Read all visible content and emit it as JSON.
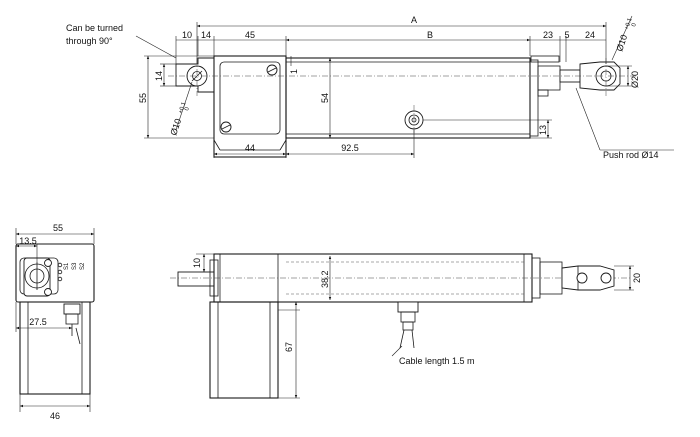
{
  "notes": {
    "rotation_line1": "Can be turned",
    "rotation_line2": "through 90°",
    "push_rod": "Push rod Ø14",
    "cable": "Cable length 1.5 m"
  },
  "top_view": {
    "dim_A": "A",
    "dim_B": "B",
    "dim_10": "10",
    "dim_14_top": "14",
    "dim_45": "45",
    "dim_23": "23",
    "dim_5": "5",
    "dim_24": "24",
    "dim_1": "1",
    "dim_14_left": "14",
    "dim_55": "55",
    "dim_54": "54",
    "dim_13": "13",
    "dim_44": "44",
    "dim_92_5": "92.5",
    "dim_20": "Ø20",
    "hole_left": "Ø10",
    "hole_left_tol_upper": "+0.1",
    "hole_left_tol_lower": "0",
    "hole_right": "Ø10",
    "hole_right_tol_upper": "+0.1",
    "hole_right_tol_lower": "0"
  },
  "end_view": {
    "dim_55": "55",
    "dim_13_5": "13.5",
    "dim_27_5": "27.5",
    "dim_46": "46",
    "switch_s1": "S1",
    "switch_s3": "S3",
    "switch_s2": "S2"
  },
  "side_view": {
    "dim_10": "10",
    "dim_38_2": "38.2",
    "dim_67": "67",
    "dim_20": "20"
  }
}
